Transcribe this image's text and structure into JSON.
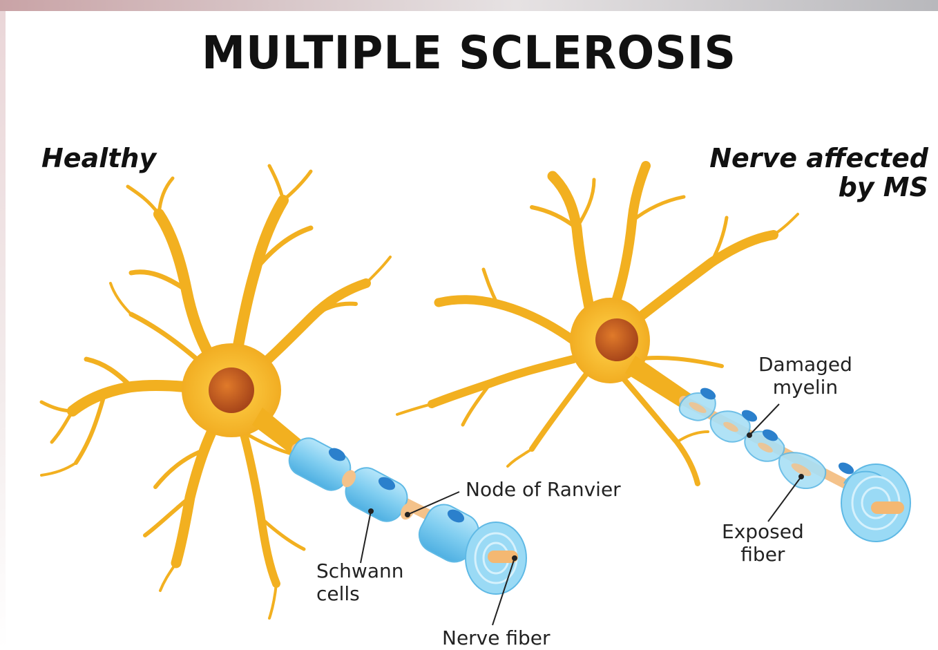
{
  "title": "MULTIPLE SCLEROSIS",
  "panels": {
    "healthy": {
      "heading": "Healthy"
    },
    "affected": {
      "heading_line1": "Nerve affected",
      "heading_line2": "by MS"
    }
  },
  "labels": {
    "node_of_ranvier": "Node of Ranvier",
    "schwann_line1": "Schwann",
    "schwann_line2": "cells",
    "nerve_fiber": "Nerve fiber",
    "damaged_line1": "Damaged",
    "damaged_line2": "myelin",
    "exposed_line1": "Exposed",
    "exposed_line2": "fiber"
  },
  "colors": {
    "neuron": "#F5B626",
    "neuron_dark": "#E9A318",
    "nucleus": "#C8601A",
    "myelin": "#8ED4F2",
    "myelin_dark": "#52B5E6",
    "schwann_nucleus": "#2B7FC9",
    "axon": "#F4C28A"
  }
}
